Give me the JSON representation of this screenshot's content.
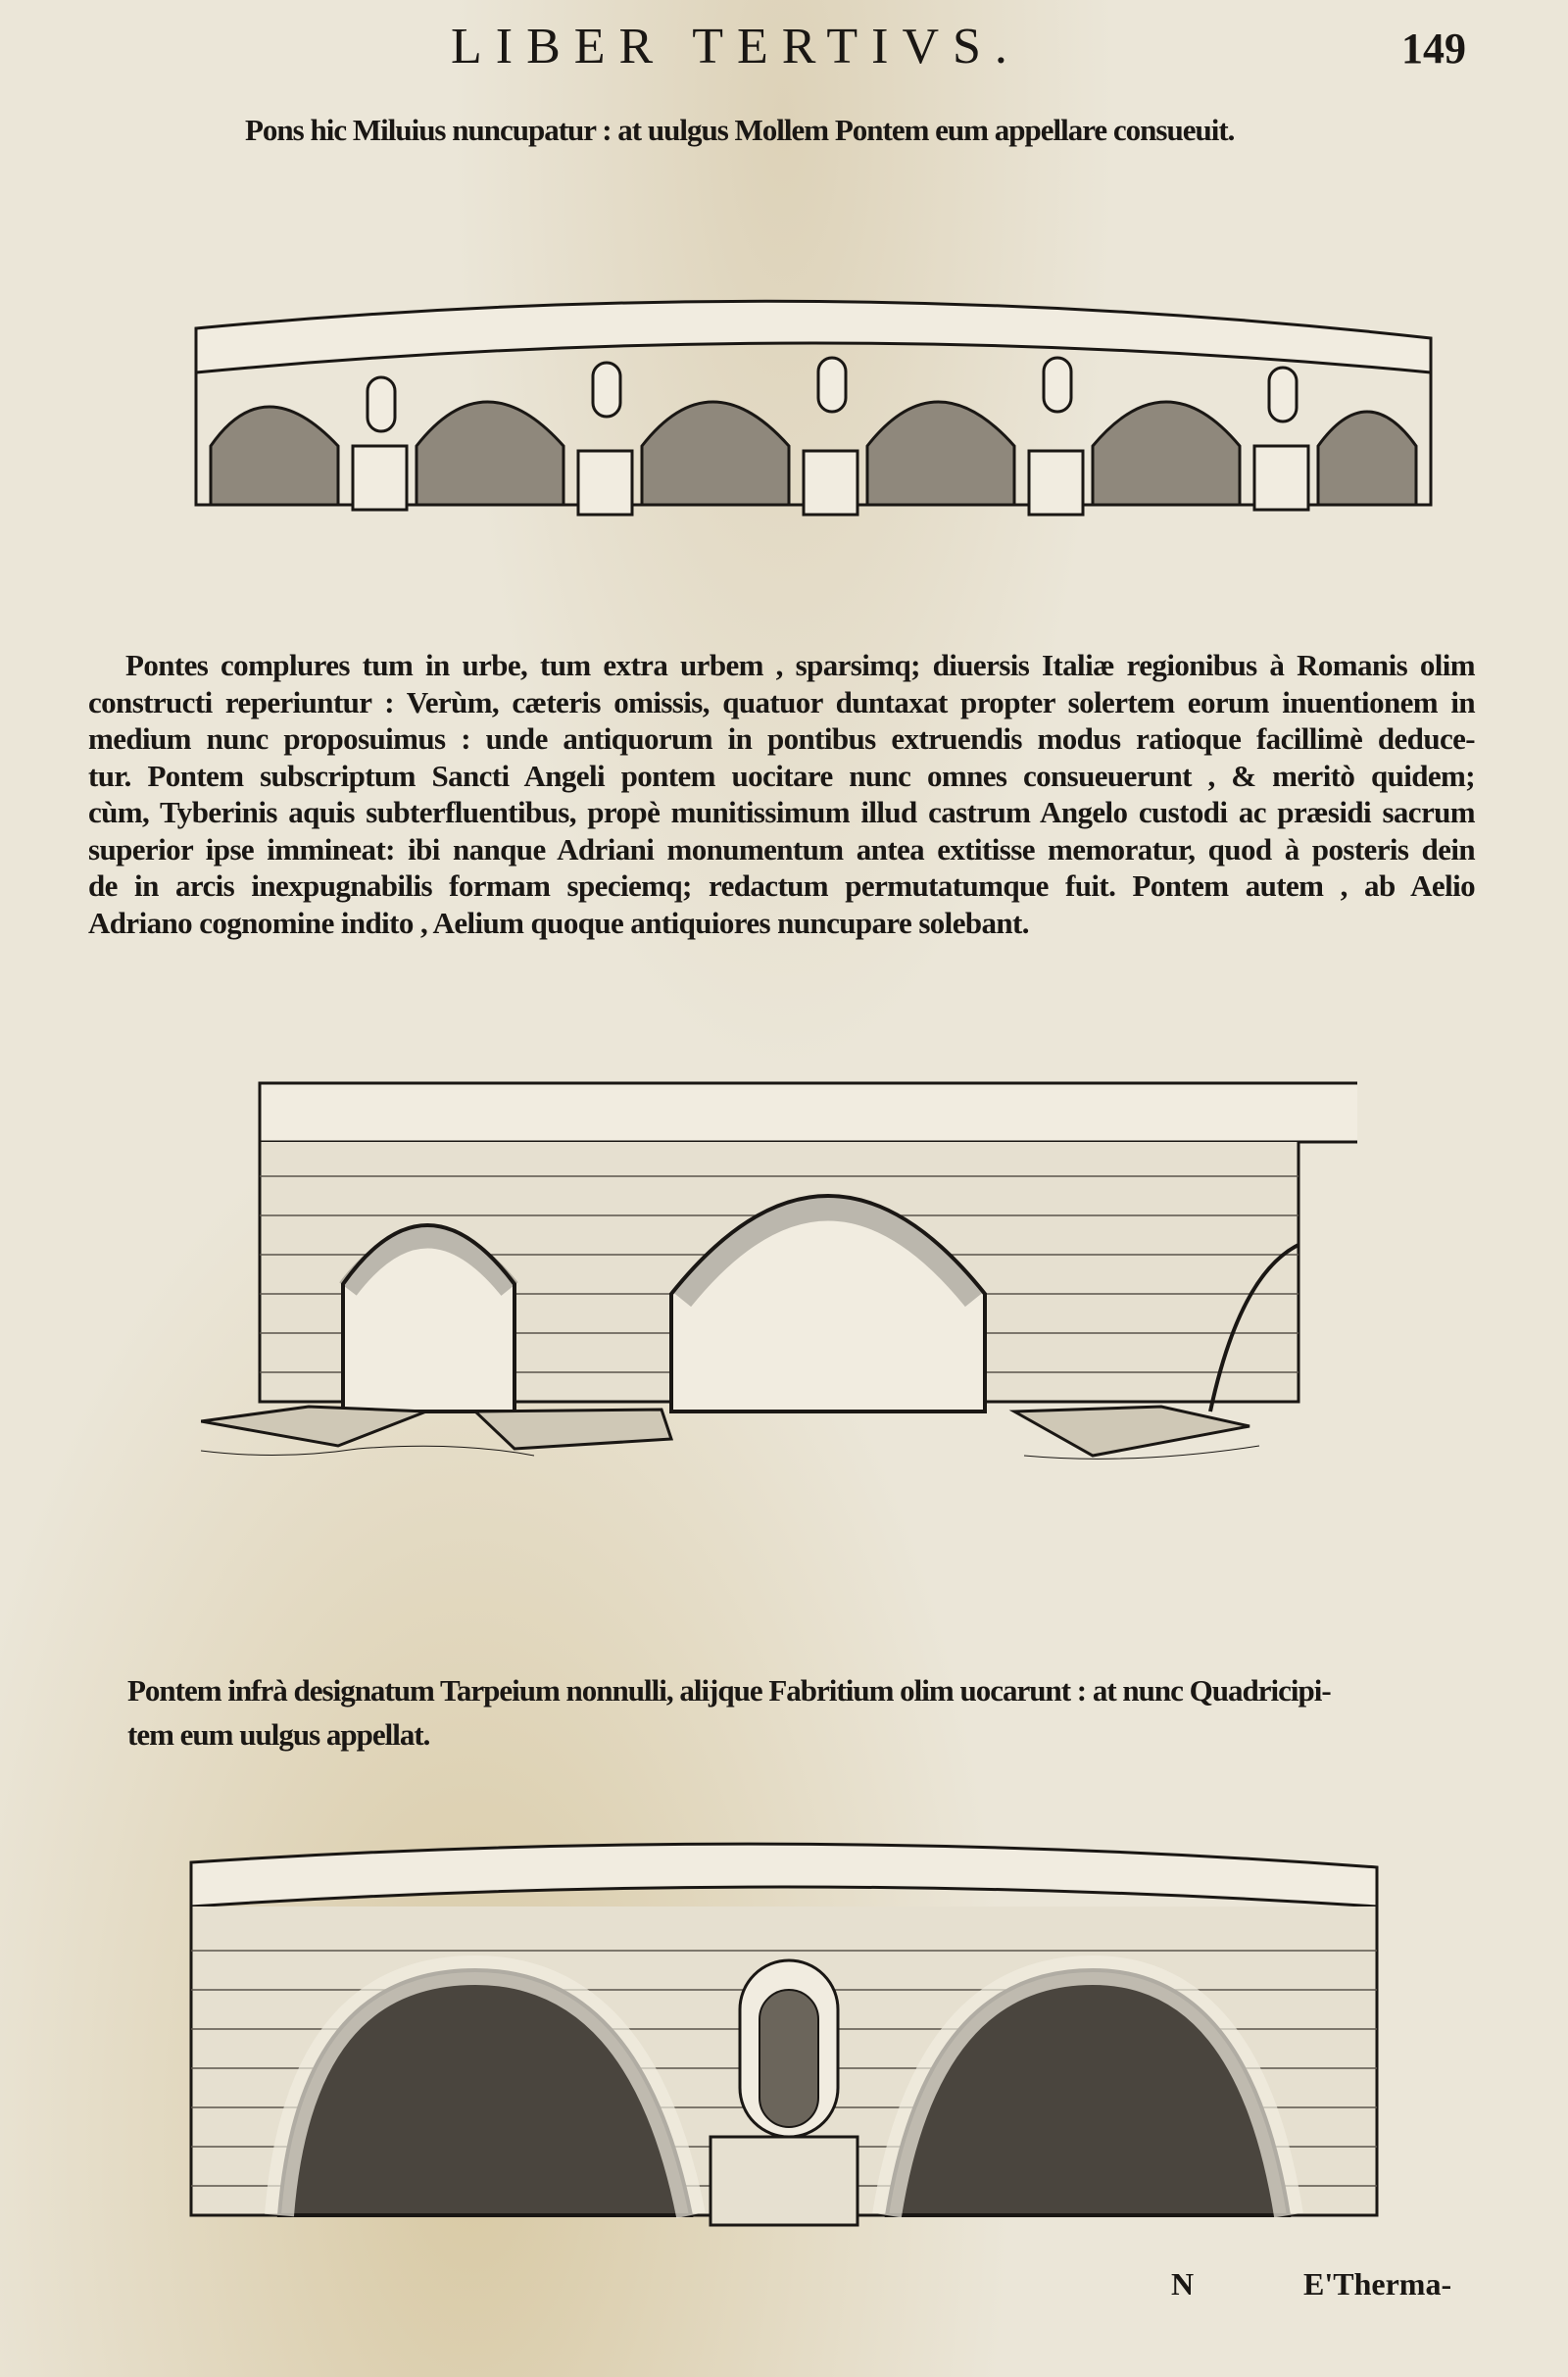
{
  "header": {
    "running_title": "LIBER TERTIVS.",
    "page_number": "149"
  },
  "captions": {
    "milvian": "Pons hic Miluius nuncupatur : at uulgus Mollem Pontem eum appellare consueuit.",
    "fabricius": [
      "Pontem infrà designatum Tarpeium nonnulli, alijque Fabritium olim uocarunt : at nunc Quadricipi-",
      "tem eum uulgus appellat."
    ]
  },
  "paragraph": [
    "Pontes complures tum in urbe, tum extra urbem , sparsimq; diuersis Italiæ regionibus à Romanis olim",
    "constructi reperiuntur : Verùm, cæteris omissis, quatuor duntaxat propter solertem eorum inuentionem in",
    "medium nunc proposuimus : unde antiquorum in pontibus extruendis modus ratioque facillimè deduce-",
    "tur. Pontem subscriptum Sancti Angeli pontem uocitare nunc omnes consueuerunt , & meritò quidem;",
    "cùm, Tyberinis aquis subterfluentibus, propè munitissimum illud castrum Angelo custodi ac præsidi sacrum",
    "superior ipse immineat: ibi nanque Adriani monumentum antea extitisse memoratur, quod à posteris dein",
    "de in arcis inexpugnabilis formam speciemq; redactum permutatumque fuit. Pontem autem , ab Aelio",
    "Adriano cognomine indito , Aelium quoque antiquiores nuncupare solebant."
  ],
  "footer": {
    "signature": "N",
    "catchword": "E'Therma-"
  },
  "colors": {
    "paper": "#ebe6d8",
    "ink": "#1a1714",
    "bleed_through": "#b9b3a6"
  }
}
